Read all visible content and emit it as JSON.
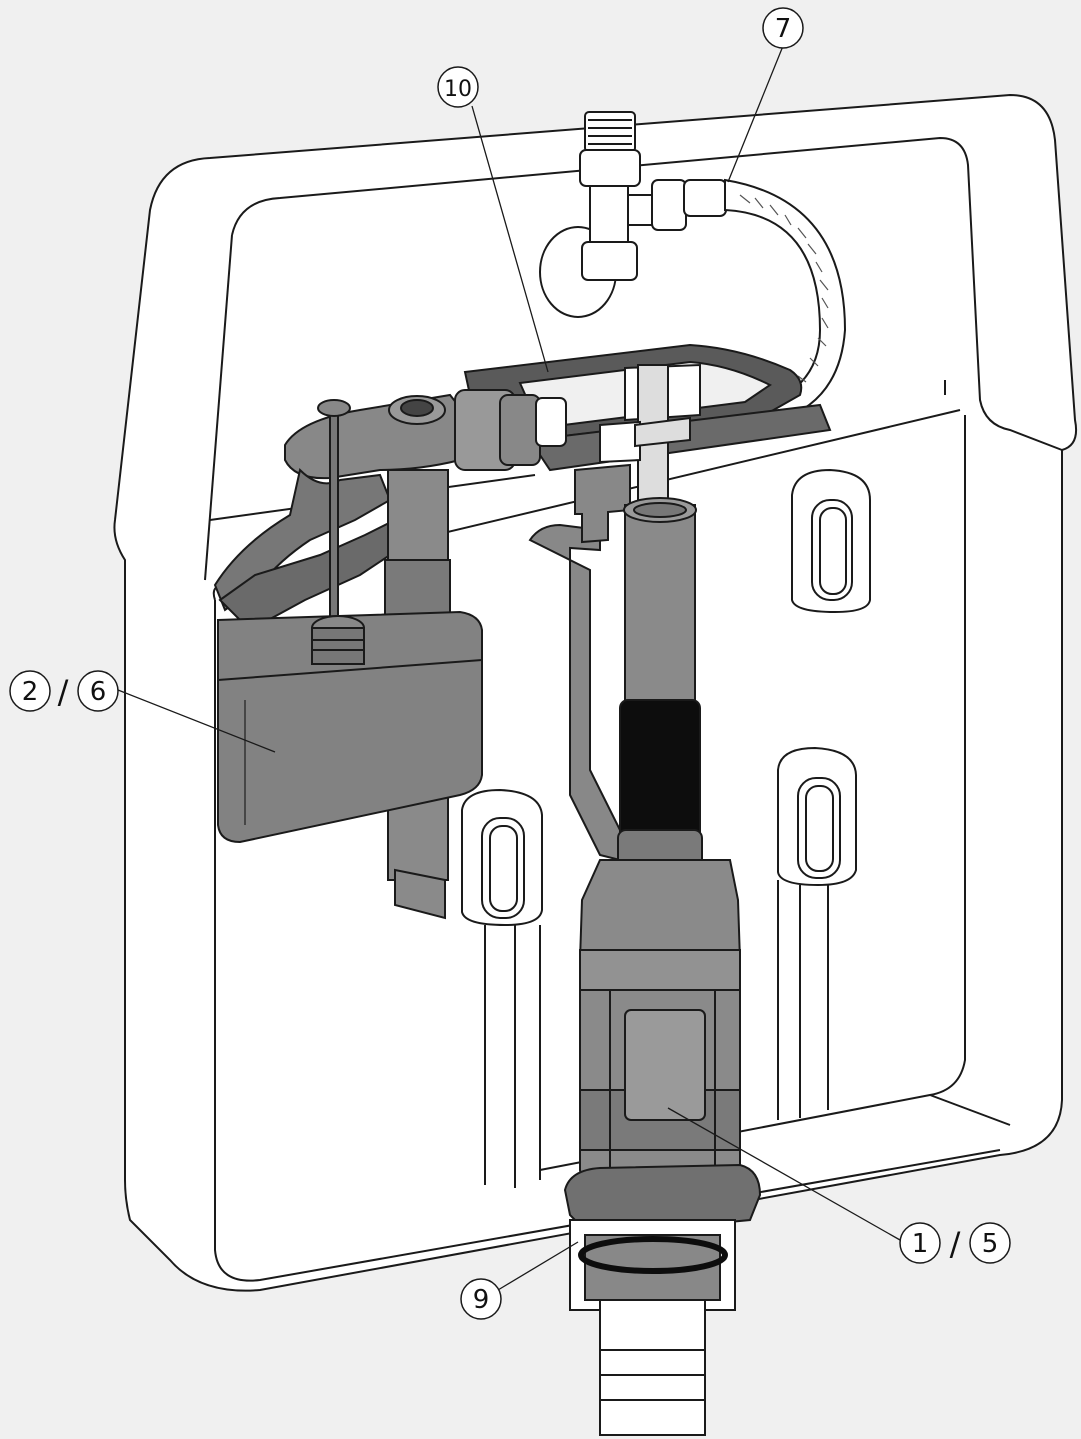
{
  "callouts": [
    {
      "id": "c7",
      "text": "7"
    },
    {
      "id": "c10",
      "text": "10"
    },
    {
      "id": "c2",
      "text": "2"
    },
    {
      "id": "c6",
      "text": "6"
    },
    {
      "id": "c1",
      "text": "1"
    },
    {
      "id": "c5",
      "text": "5"
    },
    {
      "id": "c9",
      "text": "9"
    }
  ],
  "separators": {
    "left": "/",
    "right": "/"
  },
  "colors": {
    "background": "#f0f0f0",
    "cistern": "#ffffff",
    "component_gray": "#8a8a8a",
    "component_dark": "#5a5a5a",
    "outline": "#1a1a1a",
    "black_band": "#0d0d0d"
  }
}
